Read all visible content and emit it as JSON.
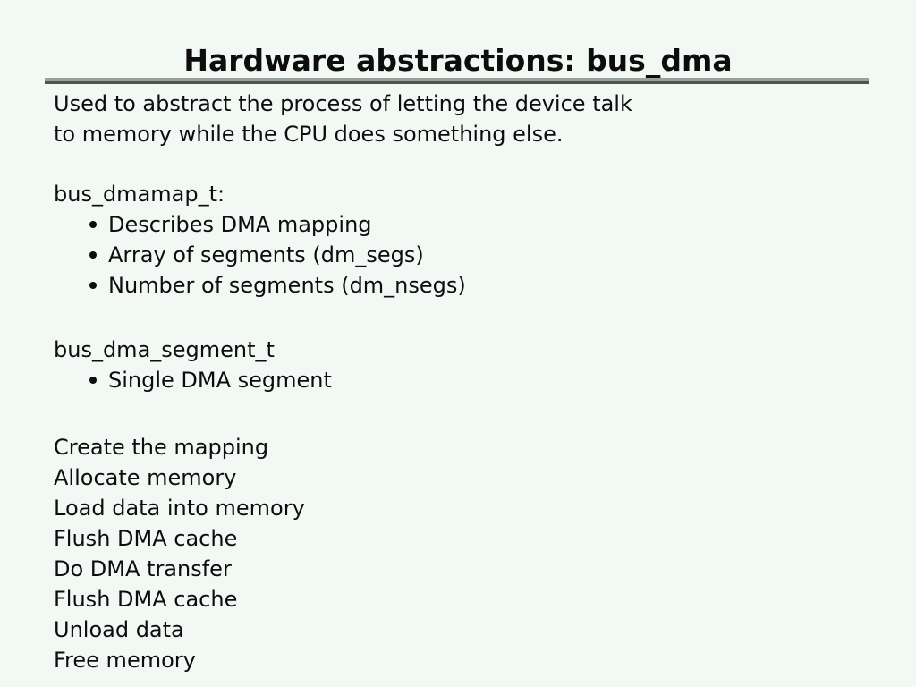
{
  "slide": {
    "title": "Hardware abstractions: bus_dma",
    "colors": {
      "background": "#f2f9f4",
      "text": "#0d0d0d",
      "rule_top": "#9aa19b",
      "rule_bottom": "#4e534e"
    },
    "content": {
      "lines": [
        {
          "type": "text",
          "text": "Used to abstract the process of letting the device talk"
        },
        {
          "type": "text",
          "text": "to memory while the CPU does something else."
        },
        {
          "type": "spacer",
          "size": 1
        },
        {
          "type": "text",
          "text": "bus_dmamap_t:"
        },
        {
          "type": "bullet",
          "text": "Describes DMA mapping"
        },
        {
          "type": "bullet",
          "text": "Array of segments (dm_segs)"
        },
        {
          "type": "bullet",
          "text": "Number of segments (dm_nsegs)"
        },
        {
          "type": "spacer",
          "size": 2
        },
        {
          "type": "text",
          "text": "bus_dma_segment_t"
        },
        {
          "type": "bullet",
          "text": "Single DMA segment"
        },
        {
          "type": "spacer",
          "size": 3
        },
        {
          "type": "text",
          "text": "Create the mapping"
        },
        {
          "type": "text",
          "text": "Allocate memory"
        },
        {
          "type": "text",
          "text": "Load data into memory"
        },
        {
          "type": "text",
          "text": "Flush DMA cache"
        },
        {
          "type": "text",
          "text": "Do DMA transfer"
        },
        {
          "type": "text",
          "text": "Flush DMA cache"
        },
        {
          "type": "text",
          "text": "Unload data"
        },
        {
          "type": "text",
          "text": "Free memory"
        }
      ]
    }
  }
}
